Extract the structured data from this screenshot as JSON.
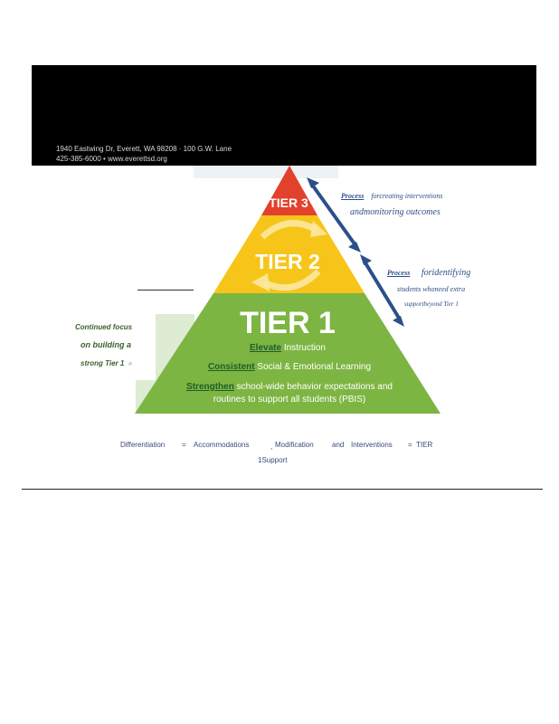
{
  "banner": {
    "address_line1": "1940 Eastwing Dr, Everett, WA 98208 · 100 G.W. Lane",
    "address_line2": "425-385-6000 • www.everettsd.org"
  },
  "pyramid": {
    "tier3": "TIER 3",
    "tier2": "TIER 2",
    "tier1": "TIER 1",
    "lines": [
      {
        "key": "Elevate",
        "rest": " Instruction"
      },
      {
        "key": "Consistent",
        "rest": " Social & Emotional Learning"
      },
      {
        "key": "Strengthen",
        "rest": " school-wide behavior expectations and"
      }
    ],
    "line_continued": "routines to support all students (PBIS)"
  },
  "notes": {
    "tier3_process": {
      "label": "Process",
      "line1": "forcreating       interventions",
      "line2": "andmonitoring       outcomes"
    },
    "tier2_process": {
      "label": "Process",
      "line1": "foridentifying",
      "line2": "students        whoneed        extra",
      "line3": "supportbeyond            Tier     1"
    },
    "tier1_focus": {
      "line1": "Continued          focus",
      "line2": "on    building          a",
      "line3": "strong          Tier        1",
      "mark": "»"
    }
  },
  "equation": {
    "differentiation": "Differentiation",
    "eq1": "=",
    "accommodations": "Accommodations",
    "comma": ",",
    "modification": "Modification",
    "and": "and",
    "interventions": "Interventions",
    "eq2": "=",
    "tier": "TIER",
    "support": "1Support"
  },
  "colors": {
    "tier3": "#e2412b",
    "tier2": "#f7c51a",
    "tier1": "#7db543",
    "arrow": "#2b5089",
    "tier1_text_key": "#1f5d2a"
  }
}
